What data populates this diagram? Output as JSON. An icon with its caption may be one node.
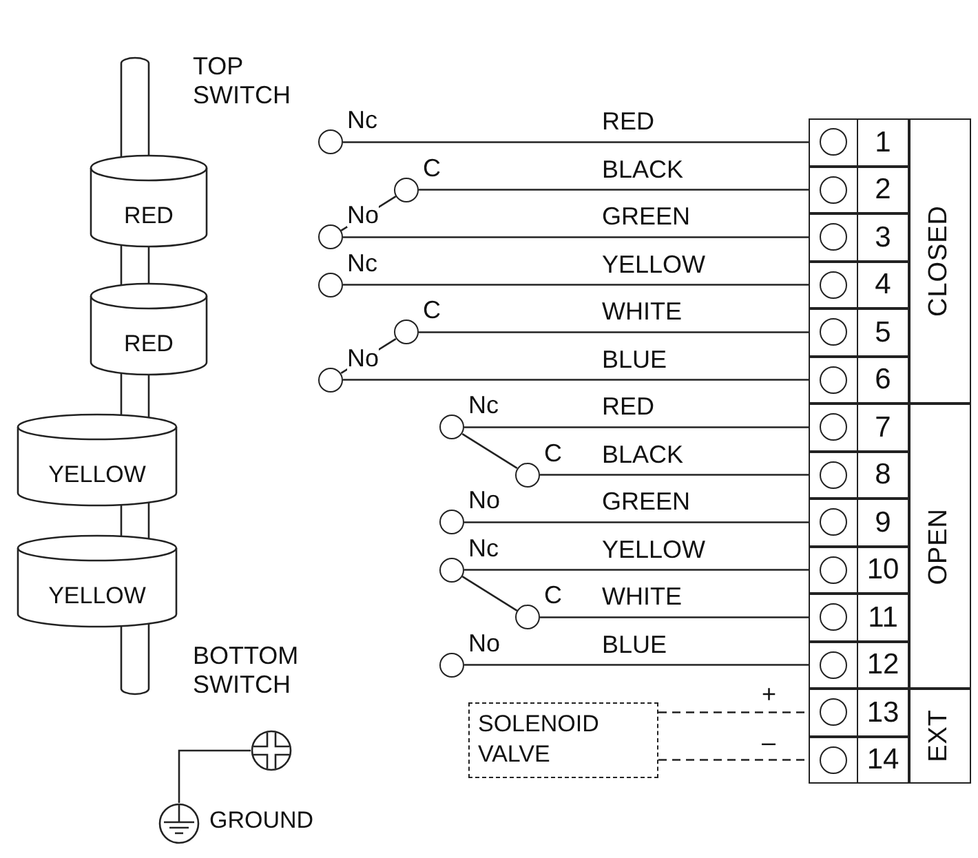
{
  "diagram": {
    "nodes": [
      {
        "text": [
          "RED"
        ]
      },
      {
        "text": [
          "RED"
        ]
      },
      {
        "text": [
          "YELLOW"
        ]
      },
      {
        "text": [
          "YELLOW"
        ]
      },
      {
        "text": [],
        "shape": "circle",
        "beside": [
          "Nc"
        ]
      },
      {
        "text": [],
        "shape": "circle",
        "beside": [
          "C"
        ]
      },
      {
        "text": [],
        "shape": "circle",
        "beside": [
          "No"
        ]
      },
      {
        "text": [],
        "shape": "circle",
        "beside": [
          "Nc"
        ]
      },
      {
        "text": [],
        "shape": "circle",
        "beside": [
          "C"
        ]
      },
      {
        "text": [],
        "shape": "circle",
        "beside": [
          "No"
        ]
      },
      {
        "text": [],
        "shape": "circle",
        "beside": [
          "Nc"
        ]
      },
      {
        "text": [],
        "shape": "circle",
        "beside": [
          "C"
        ]
      },
      {
        "text": [],
        "shape": "circle",
        "beside": [
          "No"
        ]
      },
      {
        "text": [],
        "shape": "circle",
        "beside": [
          "Nc"
        ]
      },
      {
        "text": [],
        "shape": "circle",
        "beside": [
          "C"
        ]
      },
      {
        "text": [],
        "shape": "circle",
        "beside": [
          "No"
        ]
      },
      {
        "text": [
          "1"
        ]
      },
      {
        "text": [
          "2"
        ]
      },
      {
        "text": [
          "3"
        ]
      },
      {
        "text": [
          "4"
        ]
      },
      {
        "text": [
          "5"
        ]
      },
      {
        "text": [
          "6"
        ]
      },
      {
        "text": [
          "7"
        ]
      },
      {
        "text": [
          "8"
        ]
      },
      {
        "text": [
          "9"
        ]
      },
      {
        "text": [
          "10"
        ]
      },
      {
        "text": [
          "11"
        ]
      },
      {
        "text": [
          "12"
        ]
      },
      {
        "text": [
          "13"
        ]
      },
      {
        "text": [
          "14"
        ]
      },
      {
        "text": [
          "CLOSED"
        ]
      },
      {
        "text": [
          "OPEN"
        ]
      },
      {
        "text": [
          "EXT"
        ]
      },
      {
        "text": [
          "SOLENOID VALVE"
        ]
      },
      {
        "text": [],
        "shape": "circle"
      },
      {
        "text": [],
        "shape": "circle",
        "beside": [
          "GROUND"
        ]
      }
    ],
    "edges": [
      {
        "from": 4,
        "to": 16,
        "arrow": "none",
        "label": "RED"
      },
      {
        "from": 5,
        "to": 17,
        "arrow": "none",
        "label": "BLACK"
      },
      {
        "from": 6,
        "to": 18,
        "arrow": "none",
        "label": "GREEN"
      },
      {
        "from": 7,
        "to": 19,
        "arrow": "none",
        "label": "YELLOW"
      },
      {
        "from": 8,
        "to": 20,
        "arrow": "none",
        "label": "WHITE"
      },
      {
        "from": 9,
        "to": 21,
        "arrow": "none",
        "label": "BLUE"
      },
      {
        "from": 10,
        "to": 22,
        "arrow": "none",
        "label": "RED"
      },
      {
        "from": 11,
        "to": 23,
        "arrow": "none",
        "label": "BLACK"
      },
      {
        "from": 12,
        "to": 24,
        "arrow": "none",
        "label": "GREEN"
      },
      {
        "from": 13,
        "to": 25,
        "arrow": "none",
        "label": "YELLOW"
      },
      {
        "from": 14,
        "to": 26,
        "arrow": "none",
        "label": "WHITE"
      },
      {
        "from": 15,
        "to": 27,
        "arrow": "none",
        "label": "BLUE"
      },
      {
        "from": 5,
        "to": 6,
        "arrow": "none"
      },
      {
        "from": 8,
        "to": 9,
        "arrow": "none"
      },
      {
        "from": 10,
        "to": 11,
        "arrow": "none"
      },
      {
        "from": 13,
        "to": 14,
        "arrow": "none"
      },
      {
        "from": 33,
        "to": 28,
        "arrow": "none",
        "label": "+",
        "style": "dashed"
      },
      {
        "from": 33,
        "to": 29,
        "arrow": "none",
        "label": "–",
        "style": "dashed"
      },
      {
        "from": 34,
        "to": 35,
        "arrow": "none"
      }
    ],
    "labels": [
      "TOP SWITCH",
      "BOTTOM SWITCH"
    ]
  }
}
